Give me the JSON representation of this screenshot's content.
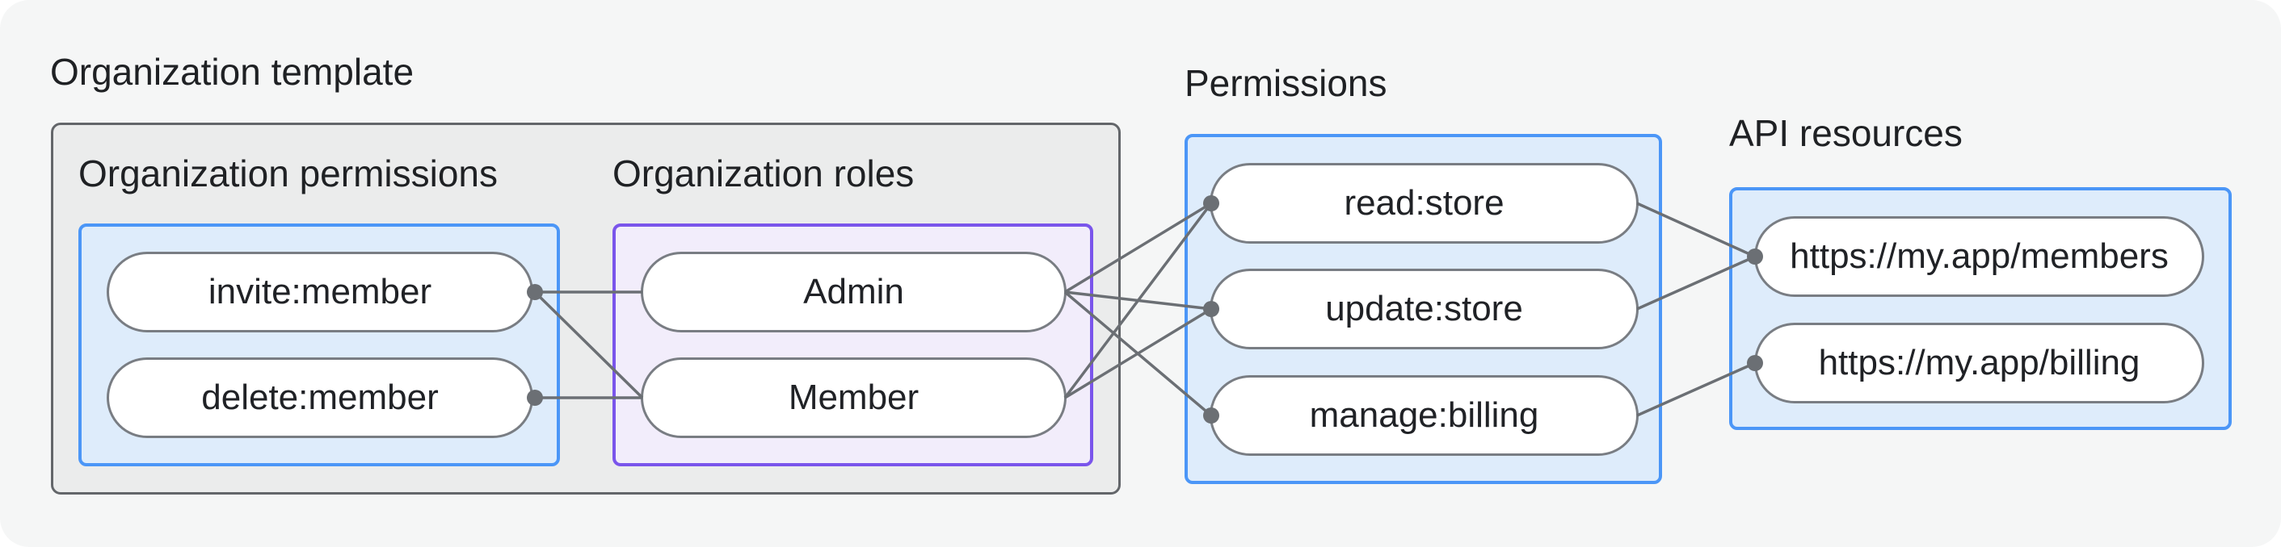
{
  "diagram": {
    "org_template": {
      "title": "Organization template"
    },
    "org_permissions": {
      "title": "Organization permissions",
      "pills": {
        "invite": "invite:member",
        "delete": "delete:member"
      }
    },
    "org_roles": {
      "title": "Organization roles",
      "pills": {
        "admin": "Admin",
        "member": "Member"
      }
    },
    "permissions": {
      "title": "Permissions",
      "pills": {
        "read": "read:store",
        "update": "update:store",
        "manage": "manage:billing"
      }
    },
    "api_resources": {
      "title": "API resources",
      "pills": {
        "members": "https://my.app/members",
        "billing": "https://my.app/billing"
      }
    },
    "edges": [
      {
        "from": "invite:member",
        "to": "Admin"
      },
      {
        "from": "invite:member",
        "to": "Member"
      },
      {
        "from": "delete:member",
        "to": "Member"
      },
      {
        "from": "Admin",
        "to": "read:store"
      },
      {
        "from": "Admin",
        "to": "update:store"
      },
      {
        "from": "Admin",
        "to": "manage:billing"
      },
      {
        "from": "Member",
        "to": "read:store"
      },
      {
        "from": "Member",
        "to": "update:store"
      },
      {
        "from": "read:store",
        "to": "https://my.app/members"
      },
      {
        "from": "update:store",
        "to": "https://my.app/members"
      },
      {
        "from": "manage:billing",
        "to": "https://my.app/billing"
      }
    ],
    "colors": {
      "page_bg": "#f5f6f6",
      "gray_fill": "#ebecec",
      "gray_border": "#63666a",
      "blue_fill": "#deecfb",
      "blue_border": "#4b96f7",
      "purple_fill": "#f2edfb",
      "purple_border": "#7a55eb",
      "pill_border": "#797d83",
      "connector": "#6b6f74",
      "text": "#1f2124"
    }
  }
}
